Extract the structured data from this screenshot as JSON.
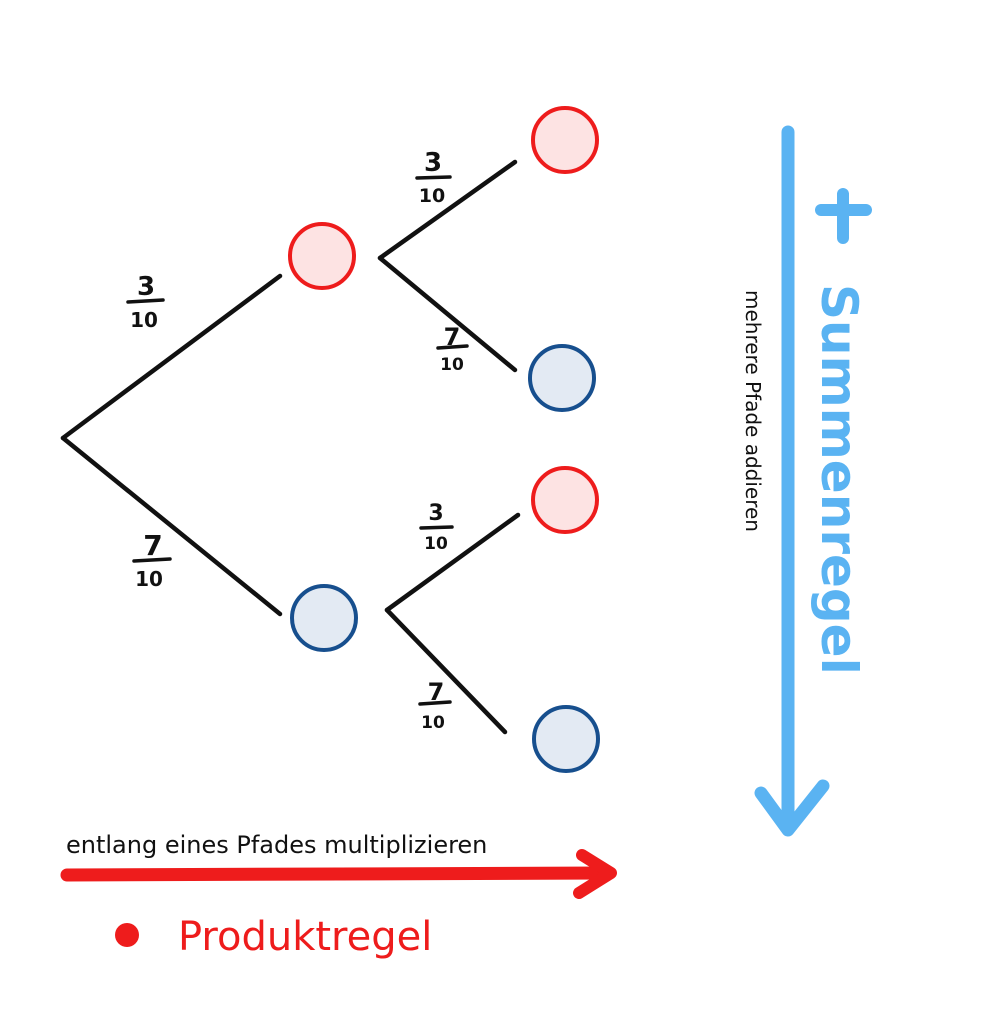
{
  "colors": {
    "red": "#ee1c1c",
    "red_fill": "#fde3e3",
    "blue_stroke": "#174f8e",
    "blue_fill": "#e3eaf3",
    "light_blue": "#5ab3f2",
    "black": "#111111"
  },
  "tree": {
    "level1": [
      {
        "num": "3",
        "den": "10",
        "outcome": "red"
      },
      {
        "num": "7",
        "den": "10",
        "outcome": "blue"
      }
    ],
    "level2": [
      {
        "parent": "red",
        "num": "3",
        "den": "10",
        "outcome": "red"
      },
      {
        "parent": "red",
        "num": "7",
        "den": "10",
        "outcome": "blue"
      },
      {
        "parent": "blue",
        "num": "3",
        "den": "10",
        "outcome": "red"
      },
      {
        "parent": "blue",
        "num": "7",
        "den": "10",
        "outcome": "blue"
      }
    ]
  },
  "summenregel": {
    "title": "Summenregel",
    "plus": "+",
    "subtitle": "mehrere Pfade addieren"
  },
  "produktregel": {
    "caption": "entlang eines Pfades multiplizieren",
    "title": "Produktregel"
  }
}
